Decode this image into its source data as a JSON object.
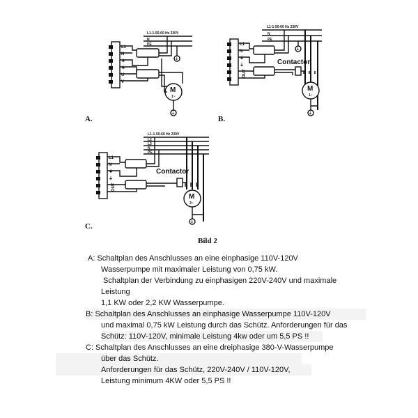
{
  "diagrams": {
    "a": {
      "caption": "A.",
      "supply": "L1-1-50-60 Hz 230V",
      "lines": [
        "N",
        "PE"
      ],
      "terminals": [
        "L1",
        "N",
        "⏚",
        "⏚",
        "U",
        "V"
      ],
      "motor": {
        "label": "M",
        "phase": "1~"
      }
    },
    "b": {
      "caption": "B.",
      "supply": "L1-1-50-60 Hz 230V",
      "lines": [
        "N",
        "PE"
      ],
      "terminals": [
        "L1",
        "N",
        "⏚",
        "⏚",
        "OUT",
        ""
      ],
      "contactor": "Contactor",
      "motor": {
        "label": "M",
        "phase": "1~"
      }
    },
    "c": {
      "caption": "C.",
      "supply": "L1-1-50-60 Hz 230V",
      "lines": [
        "L2",
        "L3",
        "N",
        "PE"
      ],
      "terminals": [
        "L1",
        "N",
        "⏚",
        "⏚",
        "OUT",
        ""
      ],
      "contactor": "Contactor",
      "motor": {
        "label": "M",
        "phase": "3~"
      }
    }
  },
  "figure_title": "Bild 2",
  "description": [
    "A: Schaltplan des Anschlusses an eine einphasige 110V-120V",
    "Wasserpumpe mit maximaler Leistung von 0,75 kW.",
    "Schaltplan der Verbindung zu einphasigen 220V-240V und maximale",
    "Leistung",
    "1,1 KW oder 2,2 KW Wasserpumpe.",
    "B: Schaltplan des Anschlusses an einphasige Wasserpumpe 110V-120V",
    "und maximal 0,75 kW Leistung durch das Schütz. Anforderungen für das",
    "Schütz: 110V-120V, minimale Leistung 4kw oder um 5,5 PS !!",
    "C: Schaltplan des Anschlusses an eine dreiphasige 380-V-Wasserpumpe",
    "über das Schütz.",
    "Anforderungen für das Schütz, 220V-240V / 110V-120V,",
    "Leistung minimum 4KW oder 5,5 PS !!"
  ]
}
